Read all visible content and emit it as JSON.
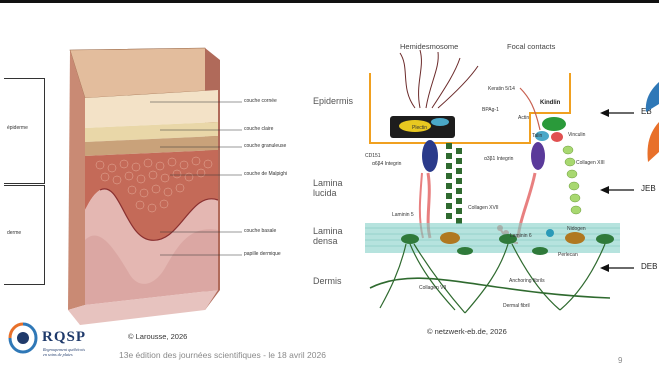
{
  "left_figure": {
    "epidermis_label": "épiderme",
    "dermis_label": "derme",
    "layer_labels": [
      "couche cornée",
      "couche claire",
      "couche granuleuse",
      "couche de Malpighi",
      "couche basale",
      "papille dermique"
    ],
    "credit": "© Larousse, 2026"
  },
  "right_figure": {
    "region_labels": [
      "Epidermis",
      "Lamina lucida",
      "Lamina densa",
      "Dermis"
    ],
    "header_labels": [
      "Hemidesmosome",
      "Focal contacts"
    ],
    "molecule_labels": [
      "Keratin 5/14",
      "BPAg-1",
      "Plectin",
      "CD151",
      "α6β4 Integrin",
      "α3β1 Integrin",
      "Laminin 5",
      "Collagen XVII",
      "Collagen VII",
      "Laminin 6",
      "Nidogen",
      "Perlecan",
      "Anchoring fibrils",
      "Dermal fibril",
      "Kindlin",
      "Actin",
      "Talin",
      "Vinculin",
      "Collagen XIII"
    ],
    "credit": "© netzwerk-eb.de, 2026"
  },
  "side_labels": [
    "EB",
    "JEB",
    "DEB"
  ],
  "footer": {
    "logo": "RQSP",
    "logo_sub_1": "Regroupement québécois",
    "logo_sub_2": "en soins de plaies",
    "text": "13e édition des journées scientifiques - le 18 avril 2026",
    "page_number": "9"
  },
  "colors": {
    "logo_navy": "#1f3a6b",
    "logo_orange": "#e8702a",
    "logo_blue": "#2f78b7",
    "membrane_orange": "#f0a020",
    "lamina_teal": "#86d0c8"
  }
}
